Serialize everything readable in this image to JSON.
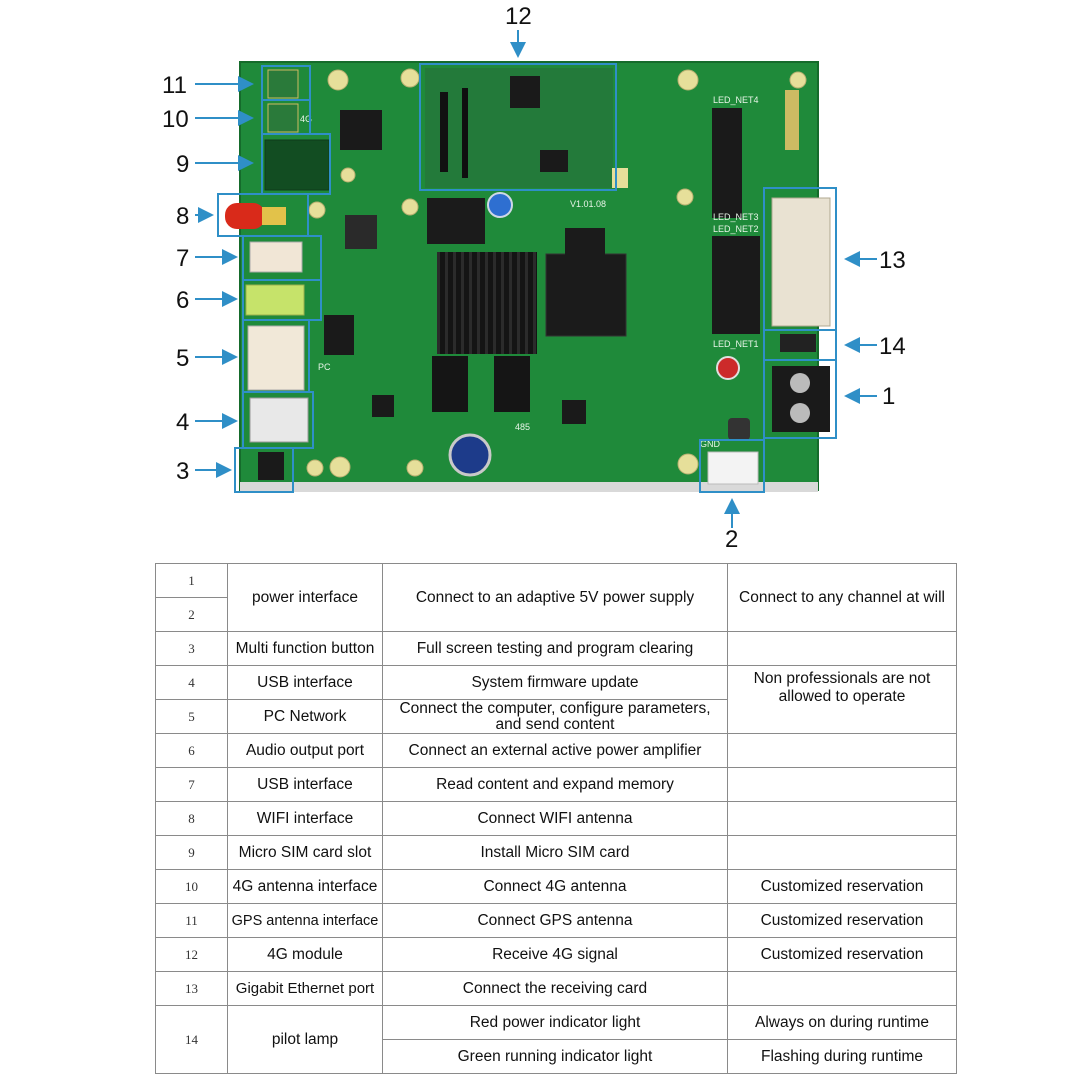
{
  "board": {
    "version_silkscreen": "V1.01.08",
    "silkscreen": [
      "LED_NET4",
      "LED_NET3",
      "LED_NET2",
      "LED_NET1",
      "485",
      "PC",
      "4G",
      "GND"
    ]
  },
  "callouts": [
    "1",
    "2",
    "3",
    "4",
    "5",
    "6",
    "7",
    "8",
    "9",
    "10",
    "11",
    "12",
    "13",
    "14"
  ],
  "colors": {
    "pcb": "#1f8a3a",
    "callout": "#2f8fc7",
    "antenna": "#d92a1a",
    "audio": "#c6e36a"
  },
  "table": {
    "rows": [
      {
        "num": "1",
        "interface": "power interface",
        "function": "Connect to an adaptive 5V power supply",
        "note": "Connect to any channel at will"
      },
      {
        "num": "2"
      },
      {
        "num": "3",
        "interface": "Multi function button",
        "function": "Full screen testing and program clearing",
        "note": ""
      },
      {
        "num": "4",
        "interface": "USB interface",
        "function": "System firmware update",
        "note": "Non professionals are not allowed to operate"
      },
      {
        "num": "5",
        "interface": "PC Network",
        "function": "Connect the computer, configure parameters, and send content"
      },
      {
        "num": "6",
        "interface": "Audio output port",
        "function": "Connect an external active power amplifier",
        "note": ""
      },
      {
        "num": "7",
        "interface": "USB interface",
        "function": "Read content and expand memory",
        "note": ""
      },
      {
        "num": "8",
        "interface": "WIFI interface",
        "function": "Connect WIFI antenna",
        "note": ""
      },
      {
        "num": "9",
        "interface": "Micro SIM card slot",
        "function": "Install Micro SIM card",
        "note": ""
      },
      {
        "num": "10",
        "interface": "4G antenna interface",
        "function": "Connect 4G antenna",
        "note": "Customized reservation"
      },
      {
        "num": "11",
        "interface": "GPS antenna interface",
        "function": "Connect GPS antenna",
        "note": "Customized reservation"
      },
      {
        "num": "12",
        "interface": "4G module",
        "function": "Receive 4G signal",
        "note": "Customized reservation"
      },
      {
        "num": "13",
        "interface": "Gigabit Ethernet port",
        "function": "Connect the receiving card",
        "note": ""
      },
      {
        "num": "14",
        "interface": "pilot lamp",
        "function": "Red power indicator light",
        "note": "Always on during runtime"
      },
      {
        "num": "",
        "function": "Green running indicator light",
        "note": "Flashing during runtime"
      }
    ]
  }
}
